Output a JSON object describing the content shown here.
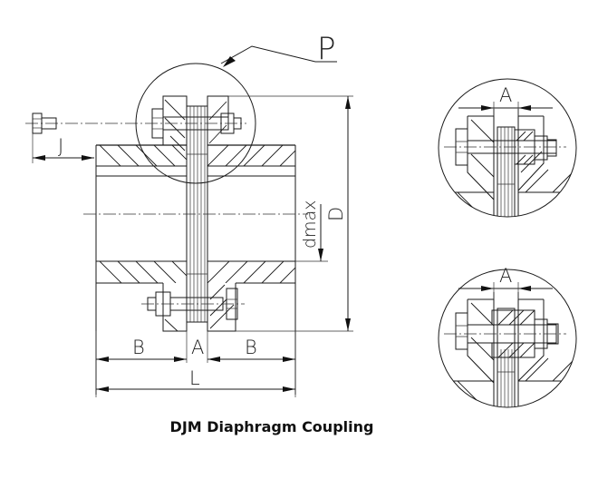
{
  "caption": "DJM Diaphragm Coupling",
  "callout": {
    "detail_label": "P"
  },
  "dimensions": {
    "bolt_removal": "J",
    "max_bore": "dmax",
    "outer_diameter": "D",
    "hub_length_left": "B",
    "spacer_gap": "A",
    "hub_length_right": "B",
    "total_length": "L"
  },
  "detail_views": [
    {
      "name": "detail-view-a",
      "gap_label": "A"
    },
    {
      "name": "detail-view-b",
      "gap_label": "A"
    }
  ],
  "colors": {
    "line": "#1a1a1a",
    "background": "#ffffff"
  }
}
